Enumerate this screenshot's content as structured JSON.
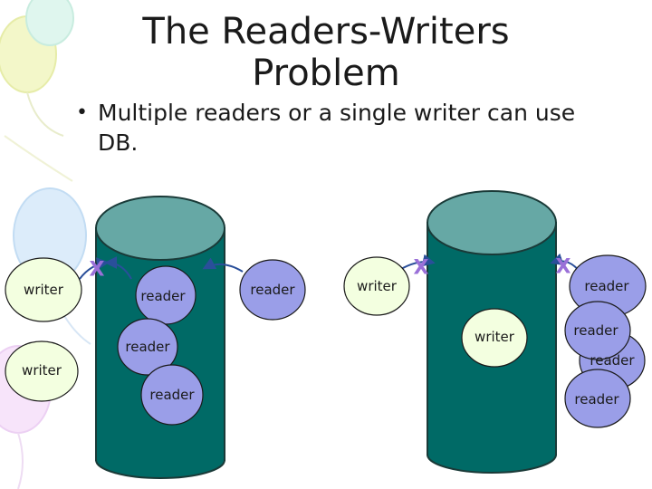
{
  "slide": {
    "title_line1": "The Readers-Writers",
    "title_line2": "Problem",
    "bullet": "Multiple readers or a single writer can use DB."
  },
  "diagram": {
    "left": {
      "writer_a": "writer",
      "reader_a": "reader",
      "reader_b": "reader",
      "reader_c": "reader",
      "reader_d": "reader",
      "writer_b": "writer",
      "x_mark": "X"
    },
    "right": {
      "writer_a": "writer",
      "writer_b": "writer",
      "reader_a": "reader",
      "reader_b": "reader",
      "reader_c": "reader",
      "reader_d": "reader",
      "x_mark_a": "X",
      "x_mark_b": "X"
    }
  },
  "colors": {
    "db_body": "#006a66",
    "db_top": "#66a8a5",
    "reader_fill": "#9a9ee8",
    "writer_fill": "#f3ffe0",
    "x_mark": "#9a70d8",
    "arrow": "#2a4f9a"
  }
}
